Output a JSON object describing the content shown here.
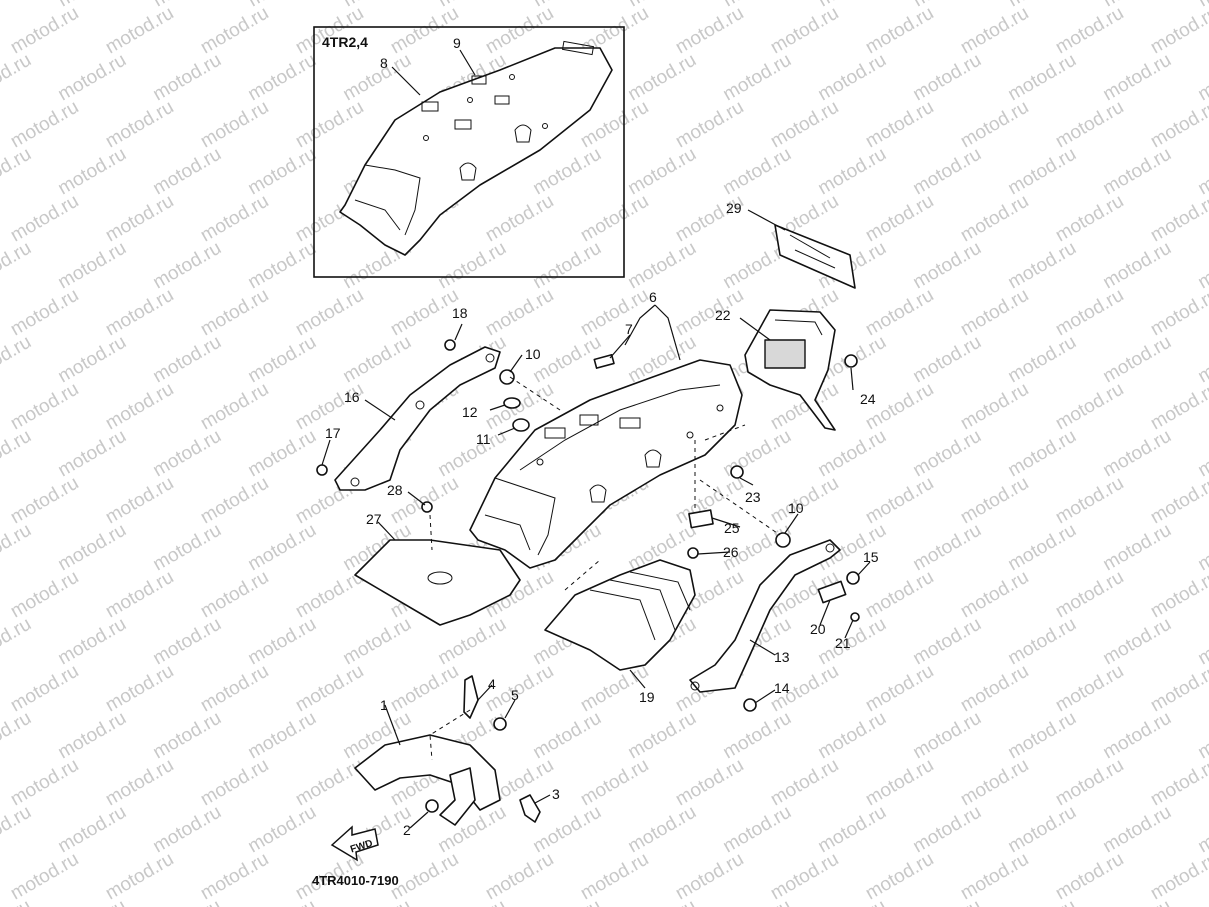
{
  "watermark": "motod.ru",
  "inset": {
    "label": "4TR2,4"
  },
  "part_code": "4TR4010-7190",
  "fwd_label": "FWD",
  "callouts": {
    "c1": "1",
    "c2": "2",
    "c3": "3",
    "c4": "4",
    "c5": "5",
    "c6": "6",
    "c7": "7",
    "c8": "8",
    "c9": "9",
    "c10a": "10",
    "c10b": "10",
    "c11": "11",
    "c12": "12",
    "c13": "13",
    "c14": "14",
    "c15": "15",
    "c16": "16",
    "c17": "17",
    "c18": "18",
    "c19": "19",
    "c20": "20",
    "c21": "21",
    "c22": "22",
    "c23": "23",
    "c24": "24",
    "c25": "25",
    "c26": "26",
    "c27": "27",
    "c28": "28",
    "c29": "29"
  }
}
